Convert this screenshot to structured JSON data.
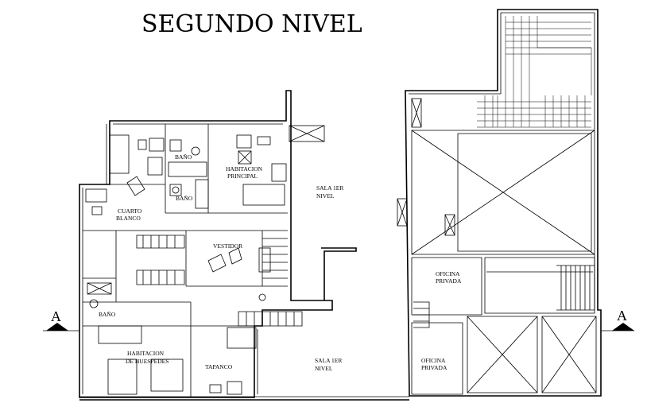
{
  "title": "SEGUNDO NIVEL",
  "rooms": {
    "bano_top": "BAÑO",
    "habitacion_principal": [
      "HABITACION",
      "PRINCIPAL"
    ],
    "bano_mid": "BAÑO",
    "cuarto_blanco": [
      "CUARTO",
      "BLANCO"
    ],
    "sala_top": [
      "SALA 1ER",
      "NIVEL"
    ],
    "vestidor": "VESTIDOR",
    "oficina_top": [
      "OFICINA",
      "PRIVADA"
    ],
    "bano_left": "BAÑO",
    "habitacion_huespedes": [
      "HABITACION",
      "DE HUESPEDES"
    ],
    "tapanco": "TAPANCO",
    "sala_bottom": [
      "SALA 1ER",
      "NIVEL"
    ],
    "oficina_bottom": [
      "OFICINA",
      "PRIVADA"
    ]
  },
  "section_marks": {
    "left": "A",
    "right": "A"
  }
}
